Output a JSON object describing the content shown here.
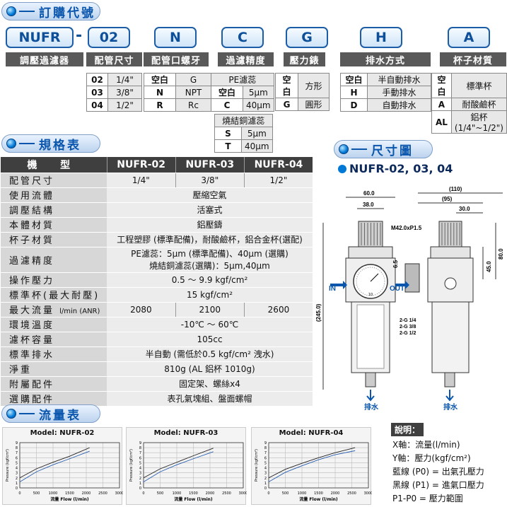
{
  "order": {
    "title": "訂購代號",
    "codes": [
      "NUFR",
      "02",
      "N",
      "C",
      "G",
      "H",
      "A"
    ],
    "dash": "-",
    "headers": [
      "調壓過濾器",
      "配管尺寸",
      "配管口螺牙",
      "過濾精度",
      "壓力錶",
      "排水方式",
      "杯子材質"
    ],
    "pipe_size": [
      [
        "02",
        "1/4\""
      ],
      [
        "03",
        "3/8\""
      ],
      [
        "04",
        "1/2\""
      ]
    ],
    "thread": [
      [
        "空白",
        "G"
      ],
      [
        "N",
        "NPT"
      ],
      [
        "R",
        "Rc"
      ]
    ],
    "filter_pe_title": "PE濾蕊",
    "filter_pe": [
      [
        "空白",
        "5μm"
      ],
      [
        "C",
        "40μm"
      ]
    ],
    "filter_sint_title": "燒結銅濾蕊",
    "filter_sint": [
      [
        "S",
        "5μm"
      ],
      [
        "T",
        "40μm"
      ]
    ],
    "gauge": [
      [
        "空白",
        "方形"
      ],
      [
        "G",
        "圓形"
      ]
    ],
    "drain": [
      [
        "空白",
        "半自動排水"
      ],
      [
        "H",
        "手動排水"
      ],
      [
        "D",
        "自動排水"
      ]
    ],
    "cup": [
      [
        "空白",
        "標準杯"
      ],
      [
        "A",
        "耐酸鹼杯"
      ],
      [
        "AL",
        "鋁杯 (1/4\"~1/2\")"
      ]
    ]
  },
  "spec": {
    "title": "規格表",
    "header": [
      "機 型",
      "NUFR-02",
      "NUFR-03",
      "NUFR-04"
    ],
    "rows": [
      {
        "label": "配管尺寸",
        "vals": [
          "1/4\"",
          "3/8\"",
          "1/2\""
        ]
      },
      {
        "label": "使用流體",
        "span": "壓縮空氣"
      },
      {
        "label": "調壓結構",
        "span": "活塞式"
      },
      {
        "label": "本體材質",
        "span": "鋁壓鑄"
      },
      {
        "label": "杯子材質",
        "span": "工程塑膠 (標準配備)，耐酸鹼杯，鋁合金杯(選配)"
      },
      {
        "label": "過濾精度",
        "span": "PE濾蕊：5μm (標準配備)、40μm (選購)\n燒結銅濾蕊(選購)：5μm,40μm"
      },
      {
        "label": "操作壓力",
        "span": "0.5 ～ 9.9 kgf/cm²"
      },
      {
        "label": "標準杯(最大耐壓)",
        "span": "15 kgf/cm²"
      },
      {
        "label": "最大流量 l/min (ANR)",
        "vals": [
          "2080",
          "2100",
          "2600"
        ]
      },
      {
        "label": "環境溫度",
        "span": "-10℃ ～ 60℃"
      },
      {
        "label": "濾杯容量",
        "span": "105cc"
      },
      {
        "label": "標準排水",
        "span": "半自動 (需低於0.5 kgf/cm² 洩水)"
      },
      {
        "label": "淨重",
        "span": "810g (AL 鋁杯 1010g)"
      },
      {
        "label": "附屬配件",
        "span": "固定架、螺絲x4"
      },
      {
        "label": "選購配件",
        "span": "表孔氣塊組、盤面螺帽"
      }
    ]
  },
  "dims": {
    "title": "尺寸圖",
    "models": "NUFR-02, 03, 04",
    "labels": [
      "60.0",
      "38.0",
      "(110)",
      "(95)",
      "30.0",
      "M42.0xP1.5",
      "6.5",
      "45.0",
      "80.0",
      "(245.0)",
      "IN",
      "OUT",
      "2-G 1/4",
      "2-G 3/8",
      "2-G 1/2",
      "排水",
      "排水"
    ]
  },
  "flow": {
    "title": "流量表",
    "charts": [
      {
        "model": "Model: NUFR-02",
        "xmax": 3000,
        "ticks": [
          "0",
          "500",
          "1000",
          "1500",
          "2000",
          "2500",
          "3000"
        ],
        "lines": [
          [
            [
              0,
              1.2
            ],
            [
              500,
              3.2
            ],
            [
              1000,
              4.6
            ],
            [
              1500,
              5.8
            ],
            [
              2100,
              7.3
            ]
          ],
          [
            [
              0,
              2
            ],
            [
              500,
              3.8
            ],
            [
              1000,
              5.1
            ],
            [
              1500,
              6.3
            ],
            [
              2100,
              8
            ]
          ]
        ]
      },
      {
        "model": "Model: NUFR-03",
        "xmax": 3000,
        "ticks": [
          "0",
          "500",
          "1000",
          "1500",
          "2000",
          "2500",
          "3000"
        ],
        "lines": [
          [
            [
              0,
              1.2
            ],
            [
              500,
              3.2
            ],
            [
              1000,
              4.6
            ],
            [
              1500,
              5.8
            ],
            [
              2100,
              7.2
            ]
          ],
          [
            [
              0,
              2
            ],
            [
              500,
              3.8
            ],
            [
              1000,
              5.1
            ],
            [
              1500,
              6.4
            ],
            [
              2100,
              7.9
            ]
          ]
        ]
      },
      {
        "model": "Model: NUFR-04",
        "xmax": 3000,
        "ticks": [
          "0",
          "500",
          "1000",
          "1500",
          "2000",
          "2500",
          "3000"
        ],
        "lines": [
          [
            [
              0,
              1.2
            ],
            [
              500,
              3.1
            ],
            [
              1000,
              4.4
            ],
            [
              1500,
              5.6
            ],
            [
              2000,
              6.6
            ],
            [
              2600,
              7.4
            ]
          ],
          [
            [
              0,
              2
            ],
            [
              500,
              3.7
            ],
            [
              1000,
              4.9
            ],
            [
              1500,
              6
            ],
            [
              2000,
              7
            ],
            [
              2600,
              8
            ]
          ]
        ]
      }
    ],
    "ylabel": "Pressure (kgf/cm²)",
    "xlabel": "流量 Flow (l/min)",
    "yticks": [
      "0",
      "1",
      "2",
      "3",
      "4",
      "5",
      "6",
      "7",
      "8",
      "9"
    ]
  },
  "notes": {
    "title": "說明：",
    "lines": [
      "X軸：流量(l/min)",
      "Y軸：壓力(kgf/cm²)",
      "藍線 (P0) = 出氣孔壓力",
      "黑線 (P1) = 進氣口壓力",
      "P1-P0 = 壓力範圍"
    ]
  }
}
